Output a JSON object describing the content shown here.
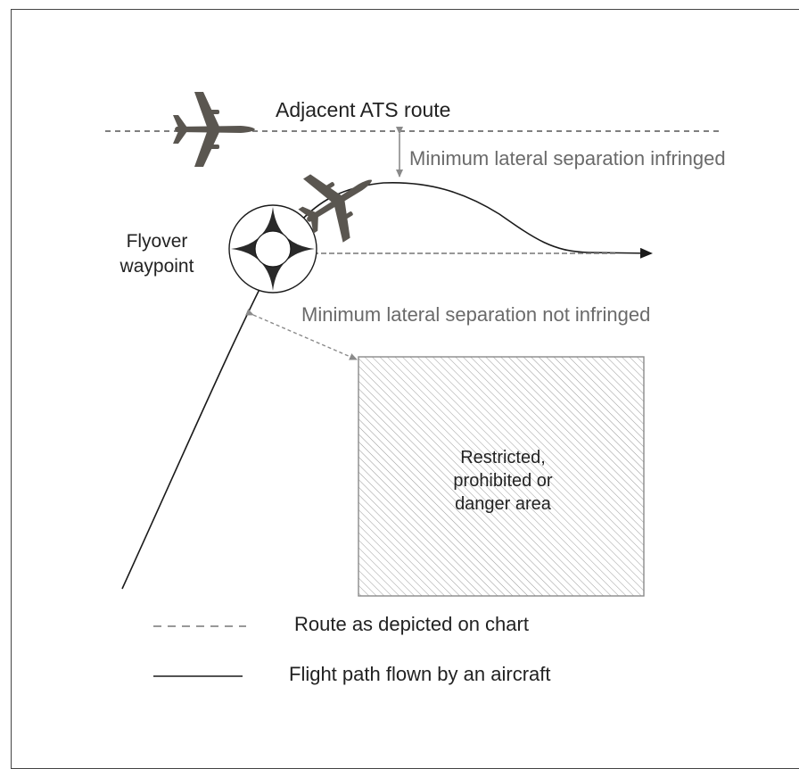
{
  "labels": {
    "adjacent_route": "Adjacent ATS route",
    "min_sep_infringed": "Minimum lateral separation infringed",
    "min_sep_not_infringed": "Minimum lateral separation not infringed",
    "flyover_line1": "Flyover",
    "flyover_line2": "waypoint",
    "area_line1": "Restricted,",
    "area_line2": "prohibited or",
    "area_line3": "danger area"
  },
  "legend": {
    "route_label": "Route as depicted on chart",
    "flight_path_label": "Flight path flown by an aircraft"
  },
  "colors": {
    "line": "#1a1a1a",
    "dashed": "#777777",
    "arrow_gray": "#8a8a8a",
    "aircraft": "#5a5650",
    "hatch": "#9a9a9a",
    "text_dark": "#222222",
    "text_gray": "#6a6a6a"
  },
  "icons": {
    "aircraft": "aircraft-icon",
    "waypoint": "flyover-waypoint-icon"
  }
}
